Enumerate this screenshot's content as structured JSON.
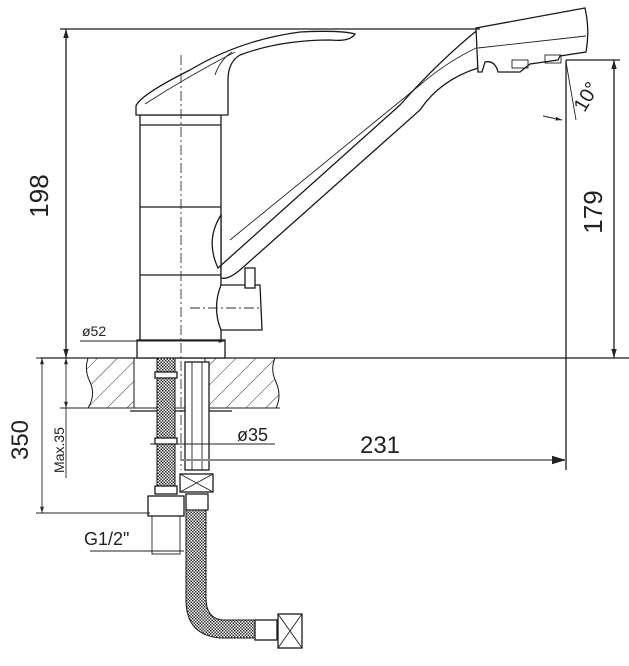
{
  "drawing": {
    "subject": "Single-lever kitchen faucet technical drawing",
    "line_color": "#1a1a1a",
    "background": "#ffffff",
    "dimension_color": "#8a8a8a"
  },
  "dimensions": {
    "overall_height": "198",
    "spout_height": "179",
    "spout_angle": "10°",
    "base_diameter": "ø52",
    "mounting_hole_diameter": "ø35",
    "spout_reach": "231",
    "hose_length": "350",
    "max_countertop_thickness": "Max.35",
    "connection_thread": "G1/2\""
  }
}
